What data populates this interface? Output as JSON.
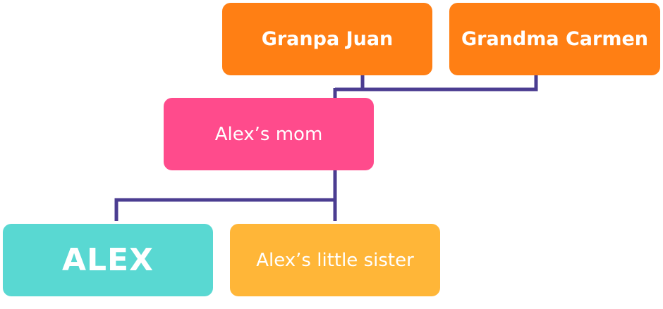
{
  "colors": {
    "grandparent": "#FF7F14",
    "parent": "#FF4B8C",
    "self": "#59D8D2",
    "sibling": "#FFB638",
    "connector": "#4B3D91"
  },
  "nodes": {
    "granpa": {
      "label": "Granpa Juan"
    },
    "grandma": {
      "label": "Grandma Carmen"
    },
    "mom": {
      "label": "Alex’s mom"
    },
    "alex": {
      "label": "ALEX"
    },
    "sister": {
      "label": "Alex’s little sister"
    }
  }
}
